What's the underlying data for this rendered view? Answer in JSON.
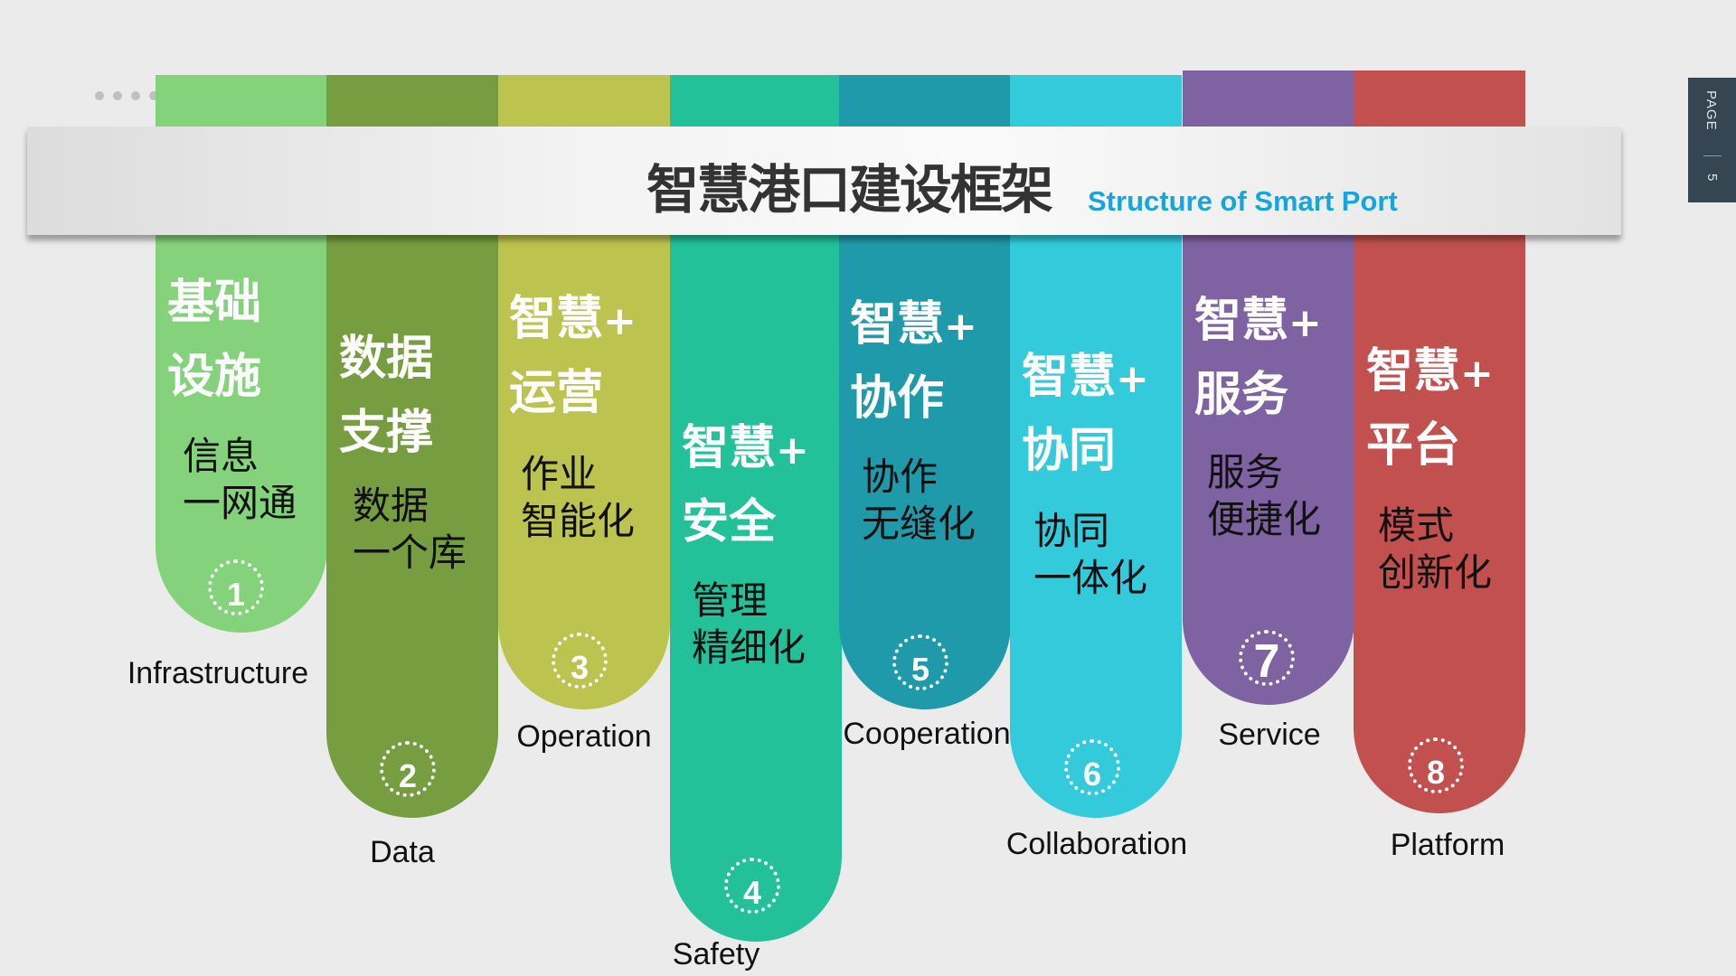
{
  "slide": {
    "title": "智慧港口建设框架",
    "subtitle": "Structure of Smart Port",
    "page_label": "PAGE",
    "page_number": "5",
    "accent_color": "#15a6e0"
  },
  "columns": [
    {
      "num": "1",
      "head1": "基础",
      "head2": "设施",
      "plus": "",
      "sub1": "信息",
      "sub2": "一网通",
      "label": "Infrastructure",
      "color": "#85d27c"
    },
    {
      "num": "2",
      "head1": "数据",
      "head2": "支撑",
      "plus": "",
      "sub1": "数据",
      "sub2": "一个库",
      "label": "Data",
      "color": "#769d3f"
    },
    {
      "num": "3",
      "head1": "智慧",
      "head2": "运营",
      "plus": "+",
      "sub1": "作业",
      "sub2": "智能化",
      "label": "Operation",
      "color": "#bcc34f"
    },
    {
      "num": "4",
      "head1": "智慧",
      "head2": "安全",
      "plus": "+",
      "sub1": "管理",
      "sub2": "精细化",
      "label": "Safety",
      "color": "#22c19a"
    },
    {
      "num": "5",
      "head1": "智慧",
      "head2": "协作",
      "plus": "+",
      "sub1": "协作",
      "sub2": "无缝化",
      "label": "Cooperation",
      "color": "#1f9aab"
    },
    {
      "num": "6",
      "head1": "智慧",
      "head2": "协同",
      "plus": "+",
      "sub1": "协同",
      "sub2": "一体化",
      "label": "Collaboration",
      "color": "#33cadc"
    },
    {
      "num": "7",
      "head1": "智慧",
      "head2": "服务",
      "plus": "+",
      "sub1": "服务",
      "sub2": "便捷化",
      "label": "Service",
      "color": "#7f62a1"
    },
    {
      "num": "8",
      "head1": "智慧",
      "head2": "平台",
      "plus": "+",
      "sub1": "模式",
      "sub2": "创新化",
      "label": "Platform",
      "color": "#c1504e"
    }
  ]
}
